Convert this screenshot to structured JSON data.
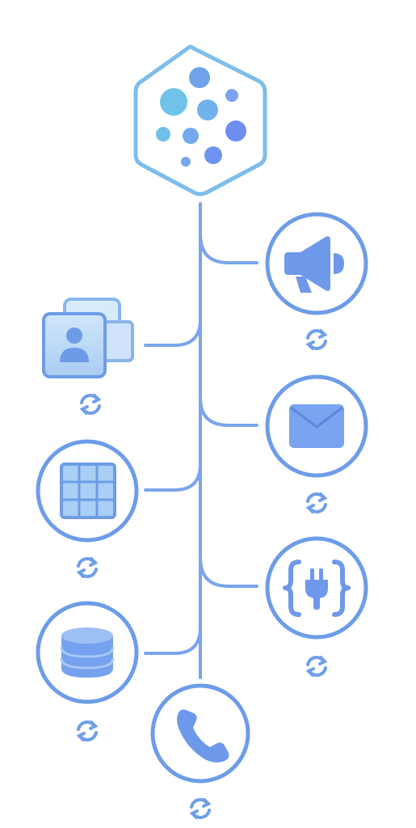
{
  "diagram": {
    "hub": {
      "icon": "data-cluster-hexagon-icon"
    },
    "colors": {
      "line": "#7aa5ec",
      "ring": "#6d9ce8",
      "hub_stroke": "#78b9ec",
      "icon_fill": "#7aa7f0",
      "icon_light": "#b9d9f7",
      "sync": "#6f9fe8"
    },
    "nodes": [
      {
        "id": "marketing",
        "side": "right",
        "icon": "megaphone-icon",
        "status_icon": "sync-icon"
      },
      {
        "id": "contacts",
        "side": "left",
        "icon": "contact-cards-icon",
        "status_icon": "sync-icon"
      },
      {
        "id": "email",
        "side": "right",
        "icon": "envelope-icon",
        "status_icon": "sync-icon"
      },
      {
        "id": "spreadsheet",
        "side": "left",
        "icon": "grid-table-icon",
        "status_icon": "sync-icon"
      },
      {
        "id": "api",
        "side": "right",
        "icon": "api-plug-icon",
        "status_icon": "sync-icon"
      },
      {
        "id": "database",
        "side": "left",
        "icon": "database-icon",
        "status_icon": "sync-icon"
      },
      {
        "id": "phone",
        "side": "bottom",
        "icon": "phone-icon",
        "status_icon": "sync-icon"
      }
    ]
  }
}
